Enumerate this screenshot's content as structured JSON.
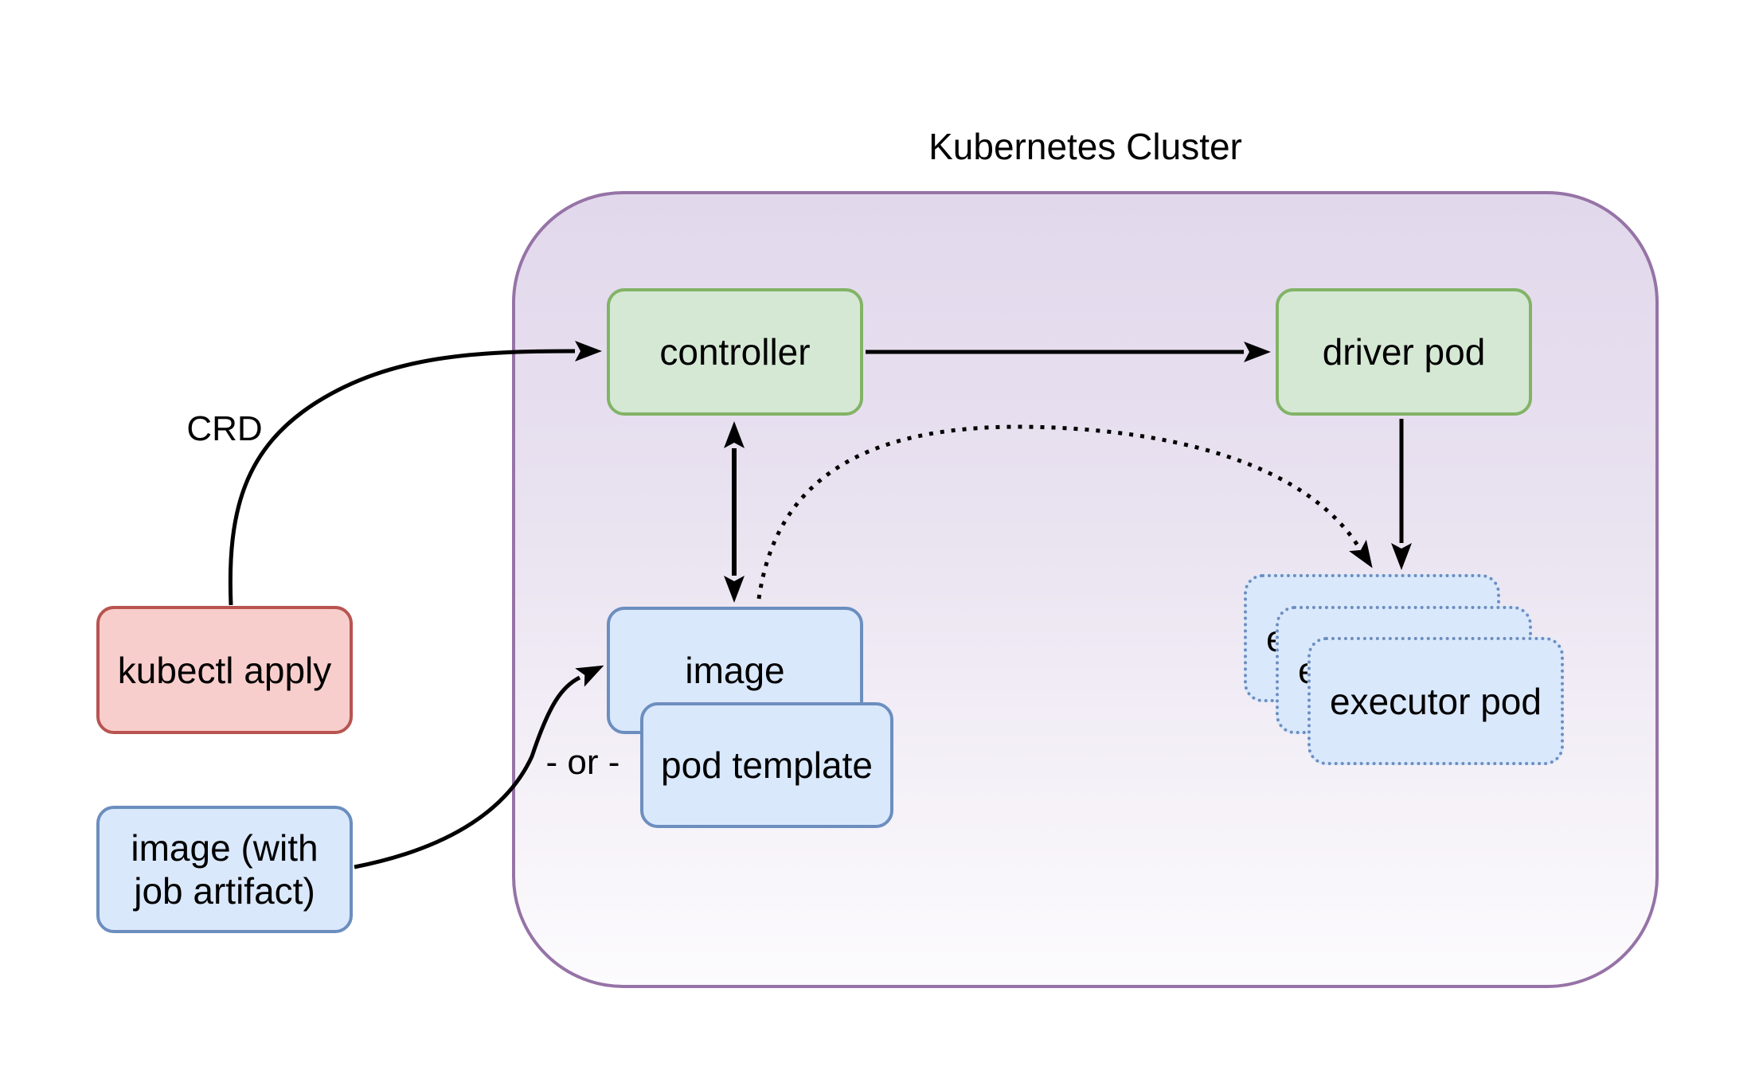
{
  "title": "Kubernetes Cluster",
  "labels": {
    "crd": "CRD",
    "or": "- or -"
  },
  "nodes": {
    "kubectl_apply": {
      "label": "kubectl apply",
      "color": "red"
    },
    "image_with_artifact": {
      "label": "image (with job artifact)",
      "color": "blue"
    },
    "controller": {
      "label": "controller",
      "color": "green"
    },
    "driver_pod": {
      "label": "driver pod",
      "color": "green"
    },
    "image": {
      "label": "image",
      "color": "blue"
    },
    "pod_template": {
      "label": "pod template",
      "color": "blue"
    },
    "executor_pod": {
      "label": "executor pod",
      "color": "blue",
      "count": 3
    }
  },
  "edges": [
    {
      "from": "kubectl apply",
      "to": "controller",
      "label": "CRD",
      "style": "solid-curve",
      "arrow": "end"
    },
    {
      "from": "controller",
      "to": "driver pod",
      "style": "solid",
      "arrow": "end"
    },
    {
      "from": "controller",
      "to": "image",
      "style": "solid",
      "arrow": "both"
    },
    {
      "from": "image",
      "to": "executor pod",
      "style": "dotted-curve",
      "arrow": "end"
    },
    {
      "from": "driver pod",
      "to": "executor pod",
      "style": "solid",
      "arrow": "end"
    },
    {
      "from": "image (with job artifact)",
      "to": "image",
      "label": "- or -",
      "style": "solid-curve",
      "arrow": "end"
    }
  ],
  "colors": {
    "purple_stroke": "#9673a6",
    "purple_fill_top": "#e2d8ec",
    "purple_fill_bottom": "#fcfbfd",
    "green_fill": "#d5e8d4",
    "green_stroke": "#82b366",
    "red_fill": "#f8cecc",
    "red_stroke": "#b85450",
    "blue_fill": "#dae8fc",
    "blue_stroke": "#6c8ebf",
    "arrow": "#000000"
  }
}
